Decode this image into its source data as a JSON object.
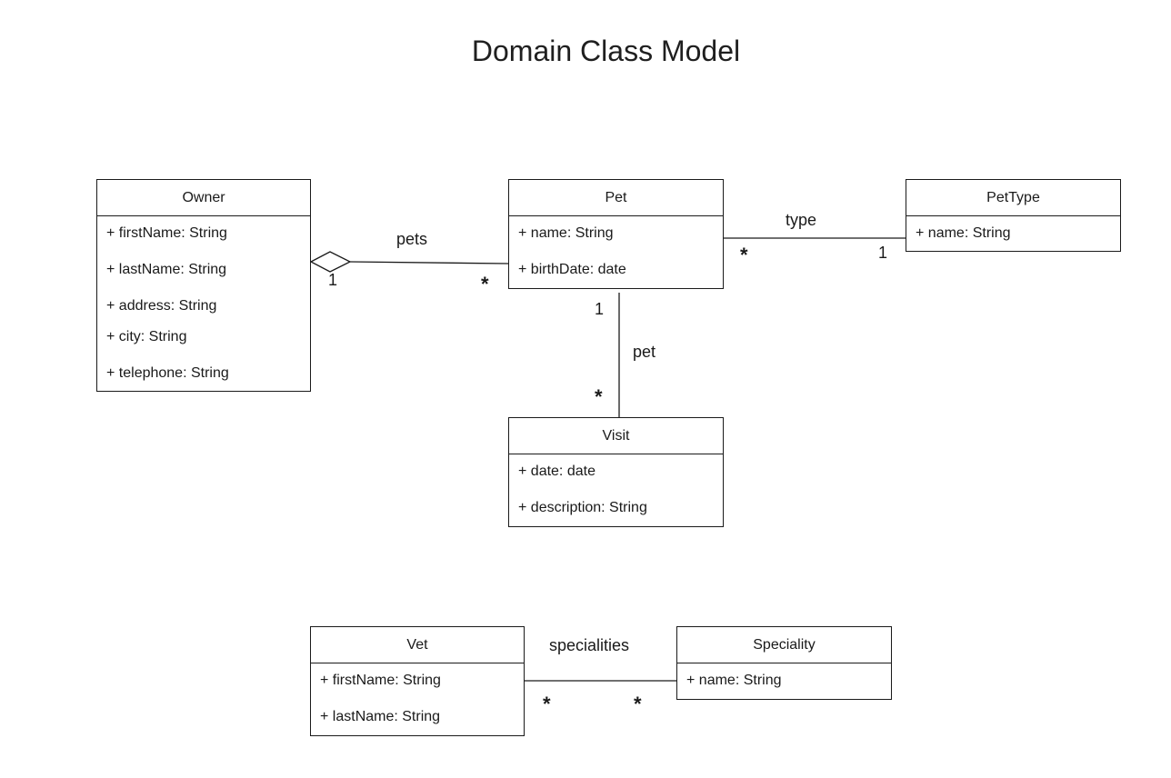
{
  "title": "Domain Class Model",
  "classes": {
    "owner": {
      "name": "Owner",
      "attributes": [
        "+ firstName: String",
        "+ lastName: String",
        "+ address: String",
        "+ city: String",
        "+ telephone: String"
      ]
    },
    "pet": {
      "name": "Pet",
      "attributes": [
        "+ name: String",
        "+ birthDate: date"
      ]
    },
    "pettype": {
      "name": "PetType",
      "attributes": [
        "+ name: String"
      ]
    },
    "visit": {
      "name": "Visit",
      "attributes": [
        "+ date: date",
        "+ description: String"
      ]
    },
    "vet": {
      "name": "Vet",
      "attributes": [
        "+ firstName: String",
        "+ lastName: String"
      ]
    },
    "speciality": {
      "name": "Speciality",
      "attributes": [
        "+ name: String"
      ]
    }
  },
  "associations": {
    "owner_pet": {
      "label": "pets",
      "owner_mult": "1",
      "pet_mult": "*"
    },
    "pet_pettype": {
      "label": "type",
      "pet_mult": "*",
      "pettype_mult": "1"
    },
    "pet_visit": {
      "label": "pet",
      "pet_mult": "1",
      "visit_mult": "*"
    },
    "vet_speciality": {
      "label": "specialities",
      "vet_mult": "*",
      "speciality_mult": "*"
    }
  }
}
